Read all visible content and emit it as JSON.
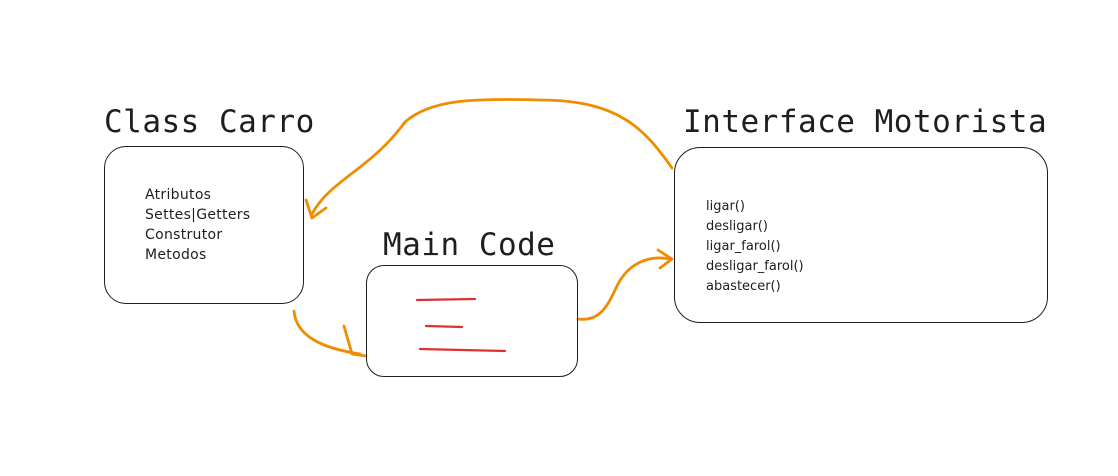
{
  "class_carro": {
    "title": "Class Carro",
    "items": [
      "Atributos",
      "Settes|Getters",
      "Construtor",
      "Metodos"
    ]
  },
  "main_code": {
    "title": "Main Code"
  },
  "interface_motorista": {
    "title": "Interface Motorista",
    "items": [
      "ligar()",
      "desligar()",
      "ligar_farol()",
      "desligar_farol()",
      "abastecer()"
    ]
  },
  "colors": {
    "arrow": "#f08c00",
    "code_lines": "#e03131",
    "stroke": "#1e1e1e"
  }
}
